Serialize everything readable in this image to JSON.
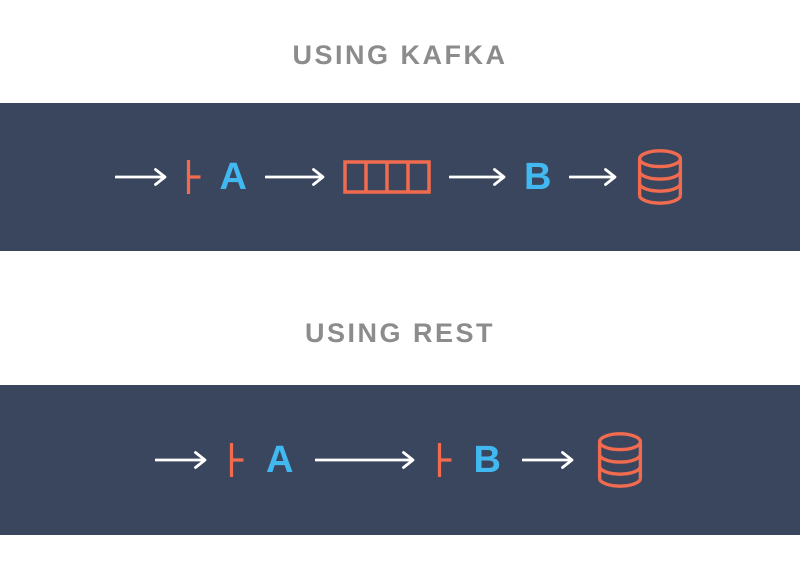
{
  "colors": {
    "page_bg": "#ffffff",
    "band_bg": "#3a465e",
    "accent_orange": "#f26b4f",
    "accent_blue": "#41b9f0",
    "title_gray": "#8c8c8c",
    "arrow_white": "#ffffff"
  },
  "sections": [
    {
      "title": "USING KAFKA",
      "items": [
        {
          "type": "arrow",
          "name": "flow-arrow-icon",
          "length": 52
        },
        {
          "type": "marker",
          "name": "producer-endpoint-icon"
        },
        {
          "type": "letter",
          "name": "service-a-label",
          "text": "A"
        },
        {
          "type": "arrow",
          "name": "flow-arrow-icon",
          "length": 60
        },
        {
          "type": "queue",
          "name": "kafka-queue-icon",
          "cells": 4
        },
        {
          "type": "arrow",
          "name": "flow-arrow-icon",
          "length": 57
        },
        {
          "type": "letter",
          "name": "service-b-label",
          "text": "B"
        },
        {
          "type": "arrow",
          "name": "flow-arrow-icon",
          "length": 48
        },
        {
          "type": "database",
          "name": "database-icon"
        }
      ]
    },
    {
      "title": "USING REST",
      "items": [
        {
          "type": "arrow",
          "name": "flow-arrow-icon",
          "length": 52
        },
        {
          "type": "marker",
          "name": "producer-endpoint-icon"
        },
        {
          "type": "letter",
          "name": "service-a-label",
          "text": "A"
        },
        {
          "type": "arrow",
          "name": "flow-arrow-icon",
          "length": 100
        },
        {
          "type": "marker",
          "name": "consumer-endpoint-icon"
        },
        {
          "type": "letter",
          "name": "service-b-label",
          "text": "B"
        },
        {
          "type": "arrow",
          "name": "flow-arrow-icon",
          "length": 52
        },
        {
          "type": "database",
          "name": "database-icon"
        }
      ]
    }
  ]
}
